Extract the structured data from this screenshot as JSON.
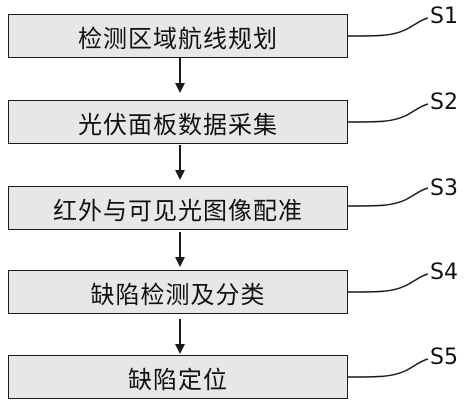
{
  "flowchart": {
    "steps": [
      {
        "label": "检测区域航线规划",
        "tag": "S1"
      },
      {
        "label": "光伏面板数据采集",
        "tag": "S2"
      },
      {
        "label": "红外与可见光图像配准",
        "tag": "S3"
      },
      {
        "label": "缺陷检测及分类",
        "tag": "S4"
      },
      {
        "label": "缺陷定位",
        "tag": "S5"
      }
    ]
  },
  "colors": {
    "box_fill": "#e7e7e7",
    "box_border": "#1a1a1a",
    "line": "#1a1a1a"
  }
}
